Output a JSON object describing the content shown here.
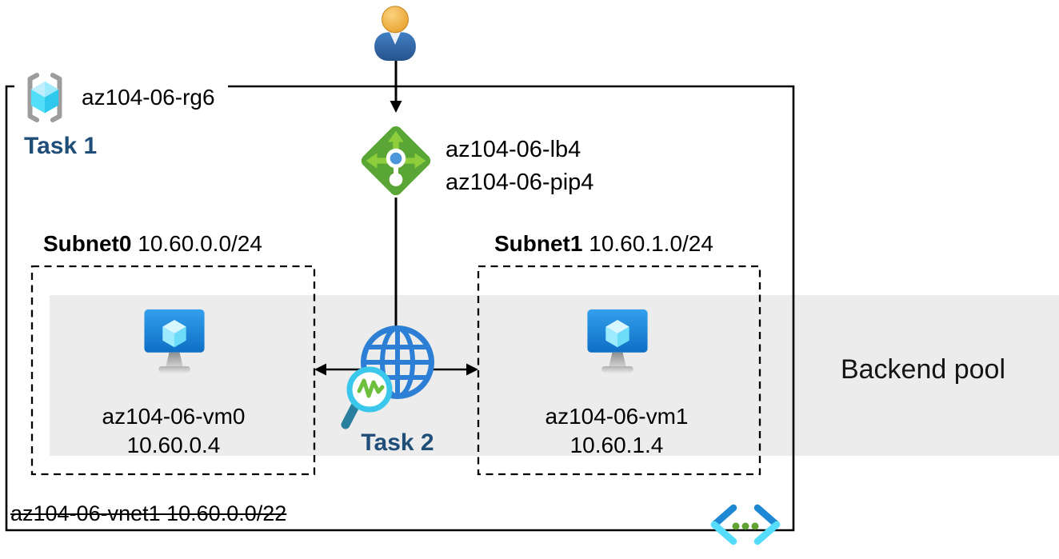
{
  "resource_group": {
    "label": "az104-06-rg6"
  },
  "tasks": {
    "task1": "Task 1",
    "task2": "Task 2"
  },
  "load_balancer": {
    "name": "az104-06-lb4",
    "public_ip": "az104-06-pip4"
  },
  "subnets": {
    "subnet0": {
      "name": "Subnet0",
      "cidr": "10.60.0.0/24",
      "vm_name": "az104-06-vm0",
      "vm_ip": "10.60.0.4"
    },
    "subnet1": {
      "name": "Subnet1",
      "cidr": "10.60.1.0/24",
      "vm_name": "az104-06-vm1",
      "vm_ip": "10.60.1.4"
    }
  },
  "backend_pool_label": "Backend pool",
  "vnet": {
    "label": "az104-06-vnet1 10.60.0.0/22"
  },
  "icons": {
    "user": "user-person-icon",
    "resource_group": "bracket-cube-resource-group-icon",
    "load_balancer": "green-diamond-load-balancer-icon",
    "virtual_machine": "monitor-cube-vm-icon",
    "network_watcher": "globe-with-magnifier-icon",
    "virtual_network": "chevron-dots-vnet-icon"
  },
  "colors": {
    "backend_band": "#ececec",
    "task_text": "#1f4e79",
    "lb_green": "#59a636",
    "lb_arrow_green": "#8ece3c",
    "vm_blue_top": "#33a0ec",
    "vm_blue_bottom": "#0e6fc5",
    "cube_cyan": "#50e6ff",
    "globe_blue": "#2c7fd4",
    "magnifier_cyan": "#3bc7eb",
    "pulse_green": "#6fbf3f",
    "handle_teal": "#2a7e9e",
    "vnet_chevron_blue": "#1e88d4",
    "vnet_chevron_cyan": "#55dcfa",
    "vnet_dot_green": "#5fa133",
    "bracket_gray": "#9c9c9c",
    "user_head_orange": "#eba22d",
    "user_body_blue": "#2f6bb0"
  }
}
